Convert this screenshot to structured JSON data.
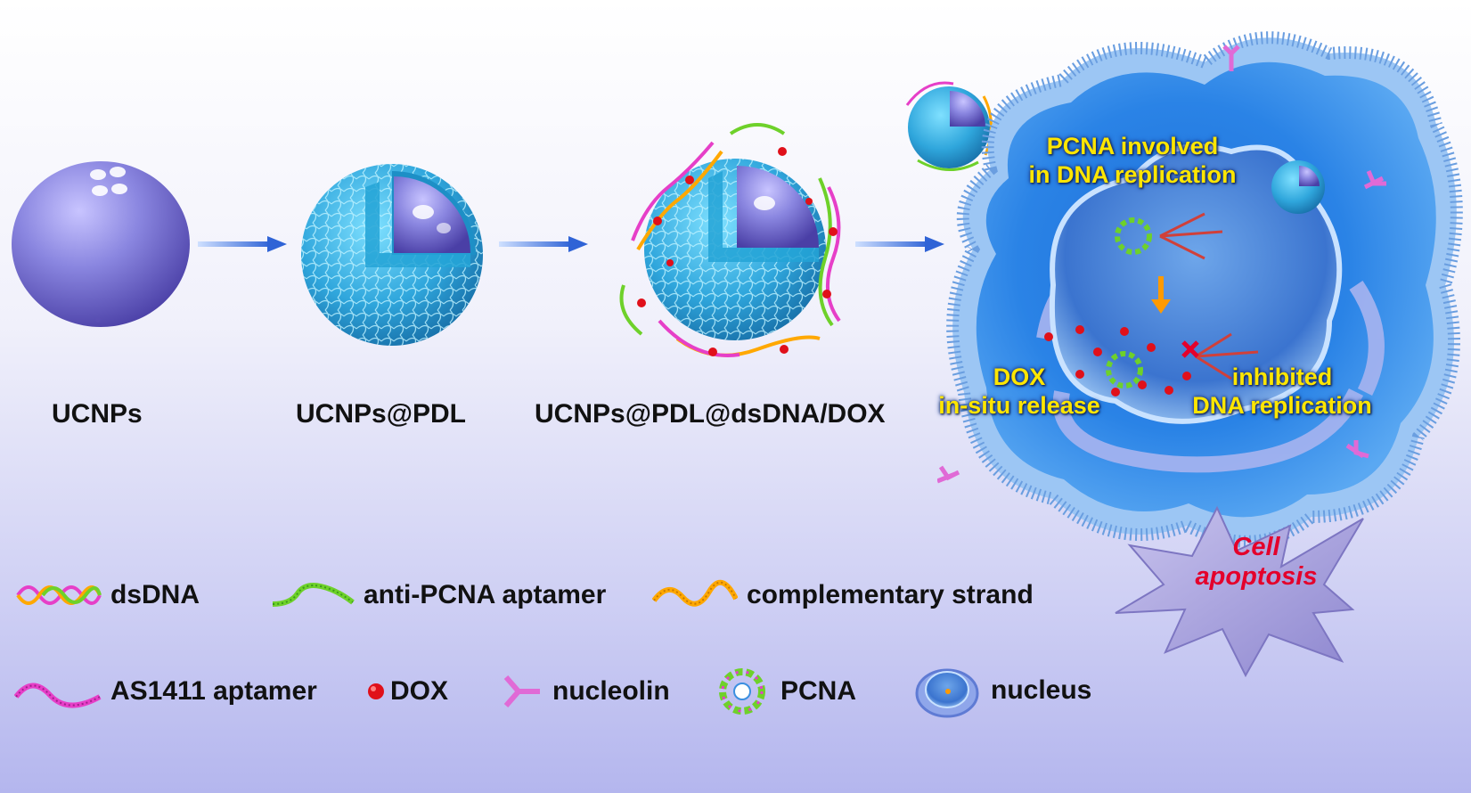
{
  "stages": [
    {
      "label": "UCNPs"
    },
    {
      "label": "UCNPs@PDL"
    },
    {
      "label": "UCNPs@PDL@dsDNA/DOX"
    }
  ],
  "cell": {
    "pcna_line1": "PCNA involved",
    "pcna_line2": "in DNA replication",
    "dox_line1": "DOX",
    "dox_line2": "in-situ release",
    "inhibit_line1": "inhibited",
    "inhibit_line2": "DNA replication",
    "apoptosis_line1": "Cell",
    "apoptosis_line2": "apoptosis"
  },
  "legend": {
    "row1": [
      {
        "icon": "dsdna-icon",
        "label": "dsDNA"
      },
      {
        "icon": "anti-pcna-aptamer-icon",
        "label": "anti-PCNA aptamer"
      },
      {
        "icon": "complementary-strand-icon",
        "label": "complementary strand"
      }
    ],
    "row2": [
      {
        "icon": "as1411-aptamer-icon",
        "label": "AS1411 aptamer"
      },
      {
        "icon": "dox-icon",
        "label": "DOX"
      },
      {
        "icon": "nucleolin-icon",
        "label": "nucleolin"
      },
      {
        "icon": "pcna-icon",
        "label": "PCNA"
      },
      {
        "icon": "nucleus-icon",
        "label": "nucleus"
      }
    ]
  },
  "colors": {
    "core": "#7f7fd6",
    "shell": "#3bb8e6",
    "arrow": "#3a6fd8",
    "cell_membrane": "#4a8ee8",
    "highlight_text": "#ffe600",
    "apoptosis_text": "#e4002b",
    "dox": "#e0101a"
  }
}
